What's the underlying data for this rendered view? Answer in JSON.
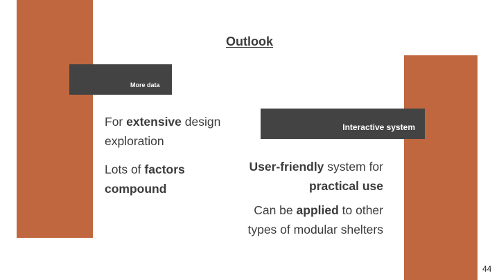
{
  "slide": {
    "title": "Outlook",
    "page_number": "44",
    "accent_color": "#c0673f",
    "label_color": "#434343"
  },
  "left": {
    "label": "More data",
    "p1": {
      "a": "For ",
      "b": "extensive",
      "c": " design exploration"
    },
    "p2": {
      "a": "Lots of ",
      "b": "factors compound"
    }
  },
  "right": {
    "label": "Interactive system",
    "p1": {
      "a": "User-friendly",
      "b": " system for ",
      "c": "practical use"
    },
    "p2": {
      "a": "Can be ",
      "b": "applied",
      "c": " to other types of modular shelters"
    }
  }
}
